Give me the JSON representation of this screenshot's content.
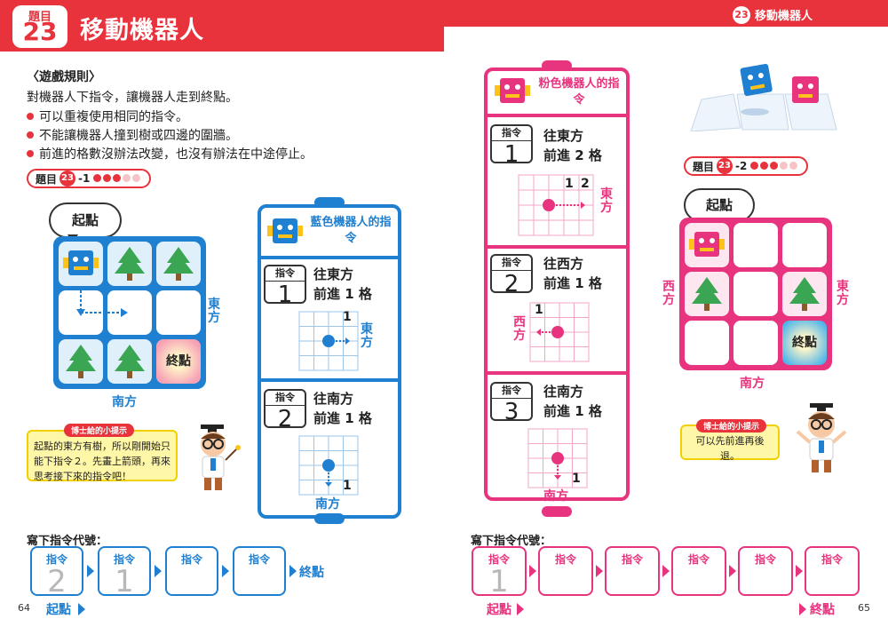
{
  "header": {
    "badge_label": "題目",
    "badge_number": "23",
    "title": "移動機器人",
    "right_number": "23",
    "right_title": "移動機器人"
  },
  "rules": {
    "heading": "〈遊戲規則〉",
    "intro": "對機器人下指令，讓機器人走到終點。",
    "bullets": [
      "可以重複使用相同的指令。",
      "不能讓機器人撞到樹或四邊的圍牆。",
      "前進的格數沒辦法改變，也沒有辦法在中途停止。"
    ]
  },
  "q1": {
    "pill_prefix": "題目",
    "pill_number": "23",
    "pill_suffix": "-1",
    "difficulty": 3,
    "difficulty_max": 5,
    "start_bubble": "起點",
    "goal": "終點",
    "east": "東方",
    "south": "南方",
    "panel_title": "藍色機器人的指令",
    "instructions": [
      {
        "label": "指令",
        "number": "1",
        "direction": "往東方",
        "move": "前進 1 格",
        "dir_label": "東方",
        "step": "1"
      },
      {
        "label": "指令",
        "number": "2",
        "direction": "往南方",
        "move": "前進 1 格",
        "dir_label": "南方",
        "step": "1"
      }
    ],
    "tip_head": "博士給的小提示",
    "tip_text": "起點的東方有樹，所以剛開始只能下指令２。先畫上箭頭，再來思考接下來的指令吧！",
    "write_label": "寫下指令代號：",
    "answer_label": "指令",
    "answers": [
      "2",
      "1",
      "",
      ""
    ],
    "answer_end": "終點",
    "answer_start": "起點",
    "page_number": "64"
  },
  "q2": {
    "panel_title": "粉色機器人的指令",
    "instructions": [
      {
        "label": "指令",
        "number": "1",
        "direction": "往東方",
        "move": "前進 2 格",
        "dir_label": "東方",
        "steps": [
          "1",
          "2"
        ]
      },
      {
        "label": "指令",
        "number": "2",
        "direction": "往西方",
        "move": "前進 1 格",
        "dir_label": "西方",
        "step": "1"
      },
      {
        "label": "指令",
        "number": "3",
        "direction": "往南方",
        "move": "前進 1 格",
        "dir_label": "南方",
        "step": "1"
      }
    ],
    "pill_prefix": "題目",
    "pill_number": "23",
    "pill_suffix": "-2",
    "difficulty": 3,
    "difficulty_max": 5,
    "start_bubble": "起點",
    "goal": "終點",
    "east": "東方",
    "west": "西方",
    "south": "南方",
    "tip_head": "博士給的小提示",
    "tip_text": "可以先前進再後退。",
    "write_label": "寫下指令代號：",
    "answer_label": "指令",
    "answers": [
      "1",
      "",
      "",
      "",
      "",
      ""
    ],
    "answer_start": "起點",
    "answer_end": "終點",
    "page_number": "65"
  },
  "colors": {
    "red": "#e8323c",
    "blue": "#1f7fd0",
    "pink": "#e8337e",
    "cell_blue": "#dff0fb",
    "cell_pink": "#fde6f0"
  }
}
